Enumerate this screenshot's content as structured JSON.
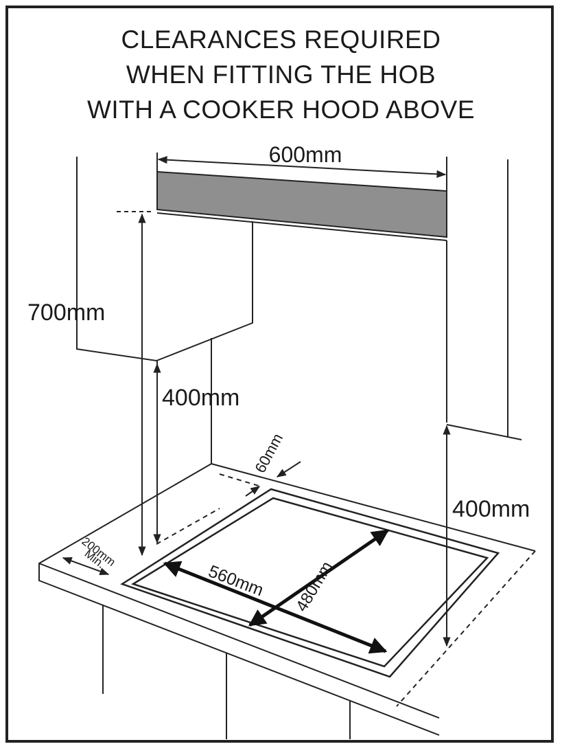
{
  "title": {
    "line1": "CLEARANCES REQUIRED",
    "line2": "WHEN FITTING THE HOB",
    "line3": "WITH A COOKER HOOD ABOVE"
  },
  "dimensions": {
    "hood_width": "600mm",
    "hood_height": "700mm",
    "cabinet_clearance_left": "400mm",
    "cabinet_clearance_right": "400mm",
    "rear_clearance": "60mm",
    "front_clearance": "200mm",
    "front_clearance_note": "Min.",
    "cutout_width": "560mm",
    "cutout_depth": "480mm"
  },
  "colors": {
    "hood_fill": "#8f8f8f",
    "line": "#222222"
  }
}
